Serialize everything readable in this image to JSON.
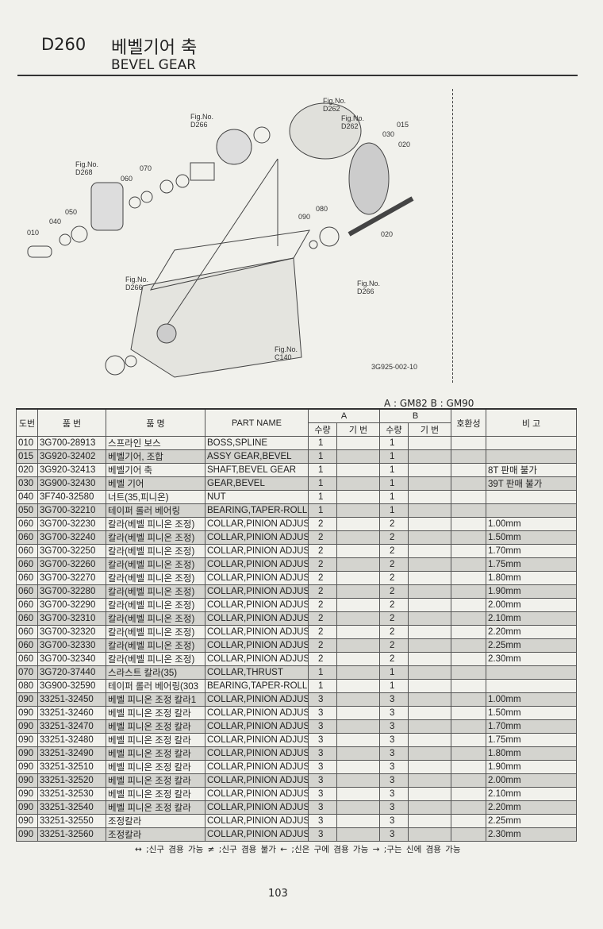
{
  "header": {
    "code": "D260",
    "title_ko": "베벨기어 축",
    "title_en": "BEVEL GEAR"
  },
  "diagram": {
    "labels": [
      "Fig.No.\nD266",
      "Fig.No.\nD262",
      "Fig.No.\nD262",
      "015",
      "030",
      "020",
      "Fig.No.\nD268",
      "070",
      "060",
      "050",
      "040",
      "010",
      "090",
      "080",
      "020",
      "Fig.No.\nD266",
      "Fig.No.\nD266",
      "Fig.No.\nC140",
      "3G925-002-10"
    ]
  },
  "model_legend": "A : GM82   B : GM90",
  "table": {
    "headers": {
      "no": "도번",
      "part_no": "품  번",
      "name_ko": "품      명",
      "part_name": "PART NAME",
      "a": "A",
      "b": "B",
      "qty": "수량",
      "serial": "기 번",
      "compat": "호환성",
      "remarks": "비    고"
    },
    "rows": [
      [
        "010",
        "3G700-28913",
        "스프라인 보스",
        "BOSS,SPLINE",
        "1",
        "1",
        ""
      ],
      [
        "015",
        "3G920-32402",
        "베벨기어, 조합",
        "ASSY GEAR,BEVEL",
        "1",
        "1",
        ""
      ],
      [
        "020",
        "3G920-32413",
        "베벨기어 축",
        "SHAFT,BEVEL GEAR",
        "1",
        "1",
        "8T 판매 불가"
      ],
      [
        "030",
        "3G900-32430",
        "베벨 기어",
        "GEAR,BEVEL",
        "1",
        "1",
        "39T 판매 불가"
      ],
      [
        "040",
        "3F740-32580",
        "너트(35,피니온)",
        "NUT",
        "1",
        "1",
        ""
      ],
      [
        "050",
        "3G700-32210",
        "테이퍼 롤러 베어링",
        "BEARING,TAPER-ROLLE",
        "1",
        "1",
        ""
      ],
      [
        "060",
        "3G700-32230",
        "칼라(베벨 피니온 조정)",
        "COLLAR,PINION ADJUST",
        "2",
        "2",
        "1.00mm"
      ],
      [
        "060",
        "3G700-32240",
        "칼라(베벨 피니온 조정)",
        "COLLAR,PINION ADJUST",
        "2",
        "2",
        "1.50mm"
      ],
      [
        "060",
        "3G700-32250",
        "칼라(베벨 피니온 조정)",
        "COLLAR,PINION ADJUST",
        "2",
        "2",
        "1.70mm"
      ],
      [
        "060",
        "3G700-32260",
        "칼라(베벨 피니온 조정)",
        "COLLAR,PINION ADJUST",
        "2",
        "2",
        "1.75mm"
      ],
      [
        "060",
        "3G700-32270",
        "칼라(베벨 피니온 조정)",
        "COLLAR,PINION ADJUST",
        "2",
        "2",
        "1.80mm"
      ],
      [
        "060",
        "3G700-32280",
        "칼라(베벨 피니온 조정)",
        "COLLAR,PINION ADJUST",
        "2",
        "2",
        "1.90mm"
      ],
      [
        "060",
        "3G700-32290",
        "칼라(베벨 피니온 조정)",
        "COLLAR,PINION ADJUST",
        "2",
        "2",
        "2.00mm"
      ],
      [
        "060",
        "3G700-32310",
        "칼라(베벨 피니온 조정)",
        "COLLAR,PINION ADJUST",
        "2",
        "2",
        "2.10mm"
      ],
      [
        "060",
        "3G700-32320",
        "칼라(베벨 피니온 조정)",
        "COLLAR,PINION ADJUST",
        "2",
        "2",
        "2.20mm"
      ],
      [
        "060",
        "3G700-32330",
        "칼라(베벨 피니온 조정)",
        "COLLAR,PINION ADJUST",
        "2",
        "2",
        "2.25mm"
      ],
      [
        "060",
        "3G700-32340",
        "칼라(베벨 피니온 조정)",
        "COLLAR,PINION ADJUST",
        "2",
        "2",
        "2.30mm"
      ],
      [
        "070",
        "3G720-37440",
        "스라스트 칼라(35)",
        "COLLAR,THRUST",
        "1",
        "1",
        ""
      ],
      [
        "080",
        "3G900-32590",
        "테이퍼 롤러 베어링(303",
        "BEARING,TAPER-ROLLE",
        "1",
        "1",
        ""
      ],
      [
        "090",
        "33251-32450",
        "베벨 피니온 조정 칼라1",
        "COLLAR,PINION ADJUST",
        "3",
        "3",
        "1.00mm"
      ],
      [
        "090",
        "33251-32460",
        "베벨 피니온 조정 칼라",
        "COLLAR,PINION ADJUST",
        "3",
        "3",
        "1.50mm"
      ],
      [
        "090",
        "33251-32470",
        "베벨 피니온 조정 칼라",
        "COLLAR,PINION ADJUST",
        "3",
        "3",
        "1.70mm"
      ],
      [
        "090",
        "33251-32480",
        "베벨 피니온 조정 칼라",
        "COLLAR,PINION ADJUST",
        "3",
        "3",
        "1.75mm"
      ],
      [
        "090",
        "33251-32490",
        "베벨 피니온 조정 칼라",
        "COLLAR,PINION ADJUST",
        "3",
        "3",
        "1.80mm"
      ],
      [
        "090",
        "33251-32510",
        "베벨 피니온 조정 칼라",
        "COLLAR,PINION ADJUST",
        "3",
        "3",
        "1.90mm"
      ],
      [
        "090",
        "33251-32520",
        "베벨 피니온 조정 칼라",
        "COLLAR,PINION ADJUST",
        "3",
        "3",
        "2.00mm"
      ],
      [
        "090",
        "33251-32530",
        "베벨 피니온 조정 칼라",
        "COLLAR,PINION ADJUST",
        "3",
        "3",
        "2.10mm"
      ],
      [
        "090",
        "33251-32540",
        "베벨 피니온 조정 칼라",
        "COLLAR,PINION ADJUST",
        "3",
        "3",
        "2.20mm"
      ],
      [
        "090",
        "33251-32550",
        "조정칼라",
        "COLLAR,PINION ADJUST",
        "3",
        "3",
        "2.25mm"
      ],
      [
        "090",
        "33251-32560",
        "조정칼라",
        "COLLAR,PINION ADJUST",
        "3",
        "3",
        "2.30mm"
      ]
    ]
  },
  "footer": {
    "legend": "↔ ;신구 겸용 가능    ≠ ;신구 겸용 불가     ← ;신은 구에 겸용 가능     → ;구는 신에 겸용 가능",
    "page_number": "103"
  }
}
